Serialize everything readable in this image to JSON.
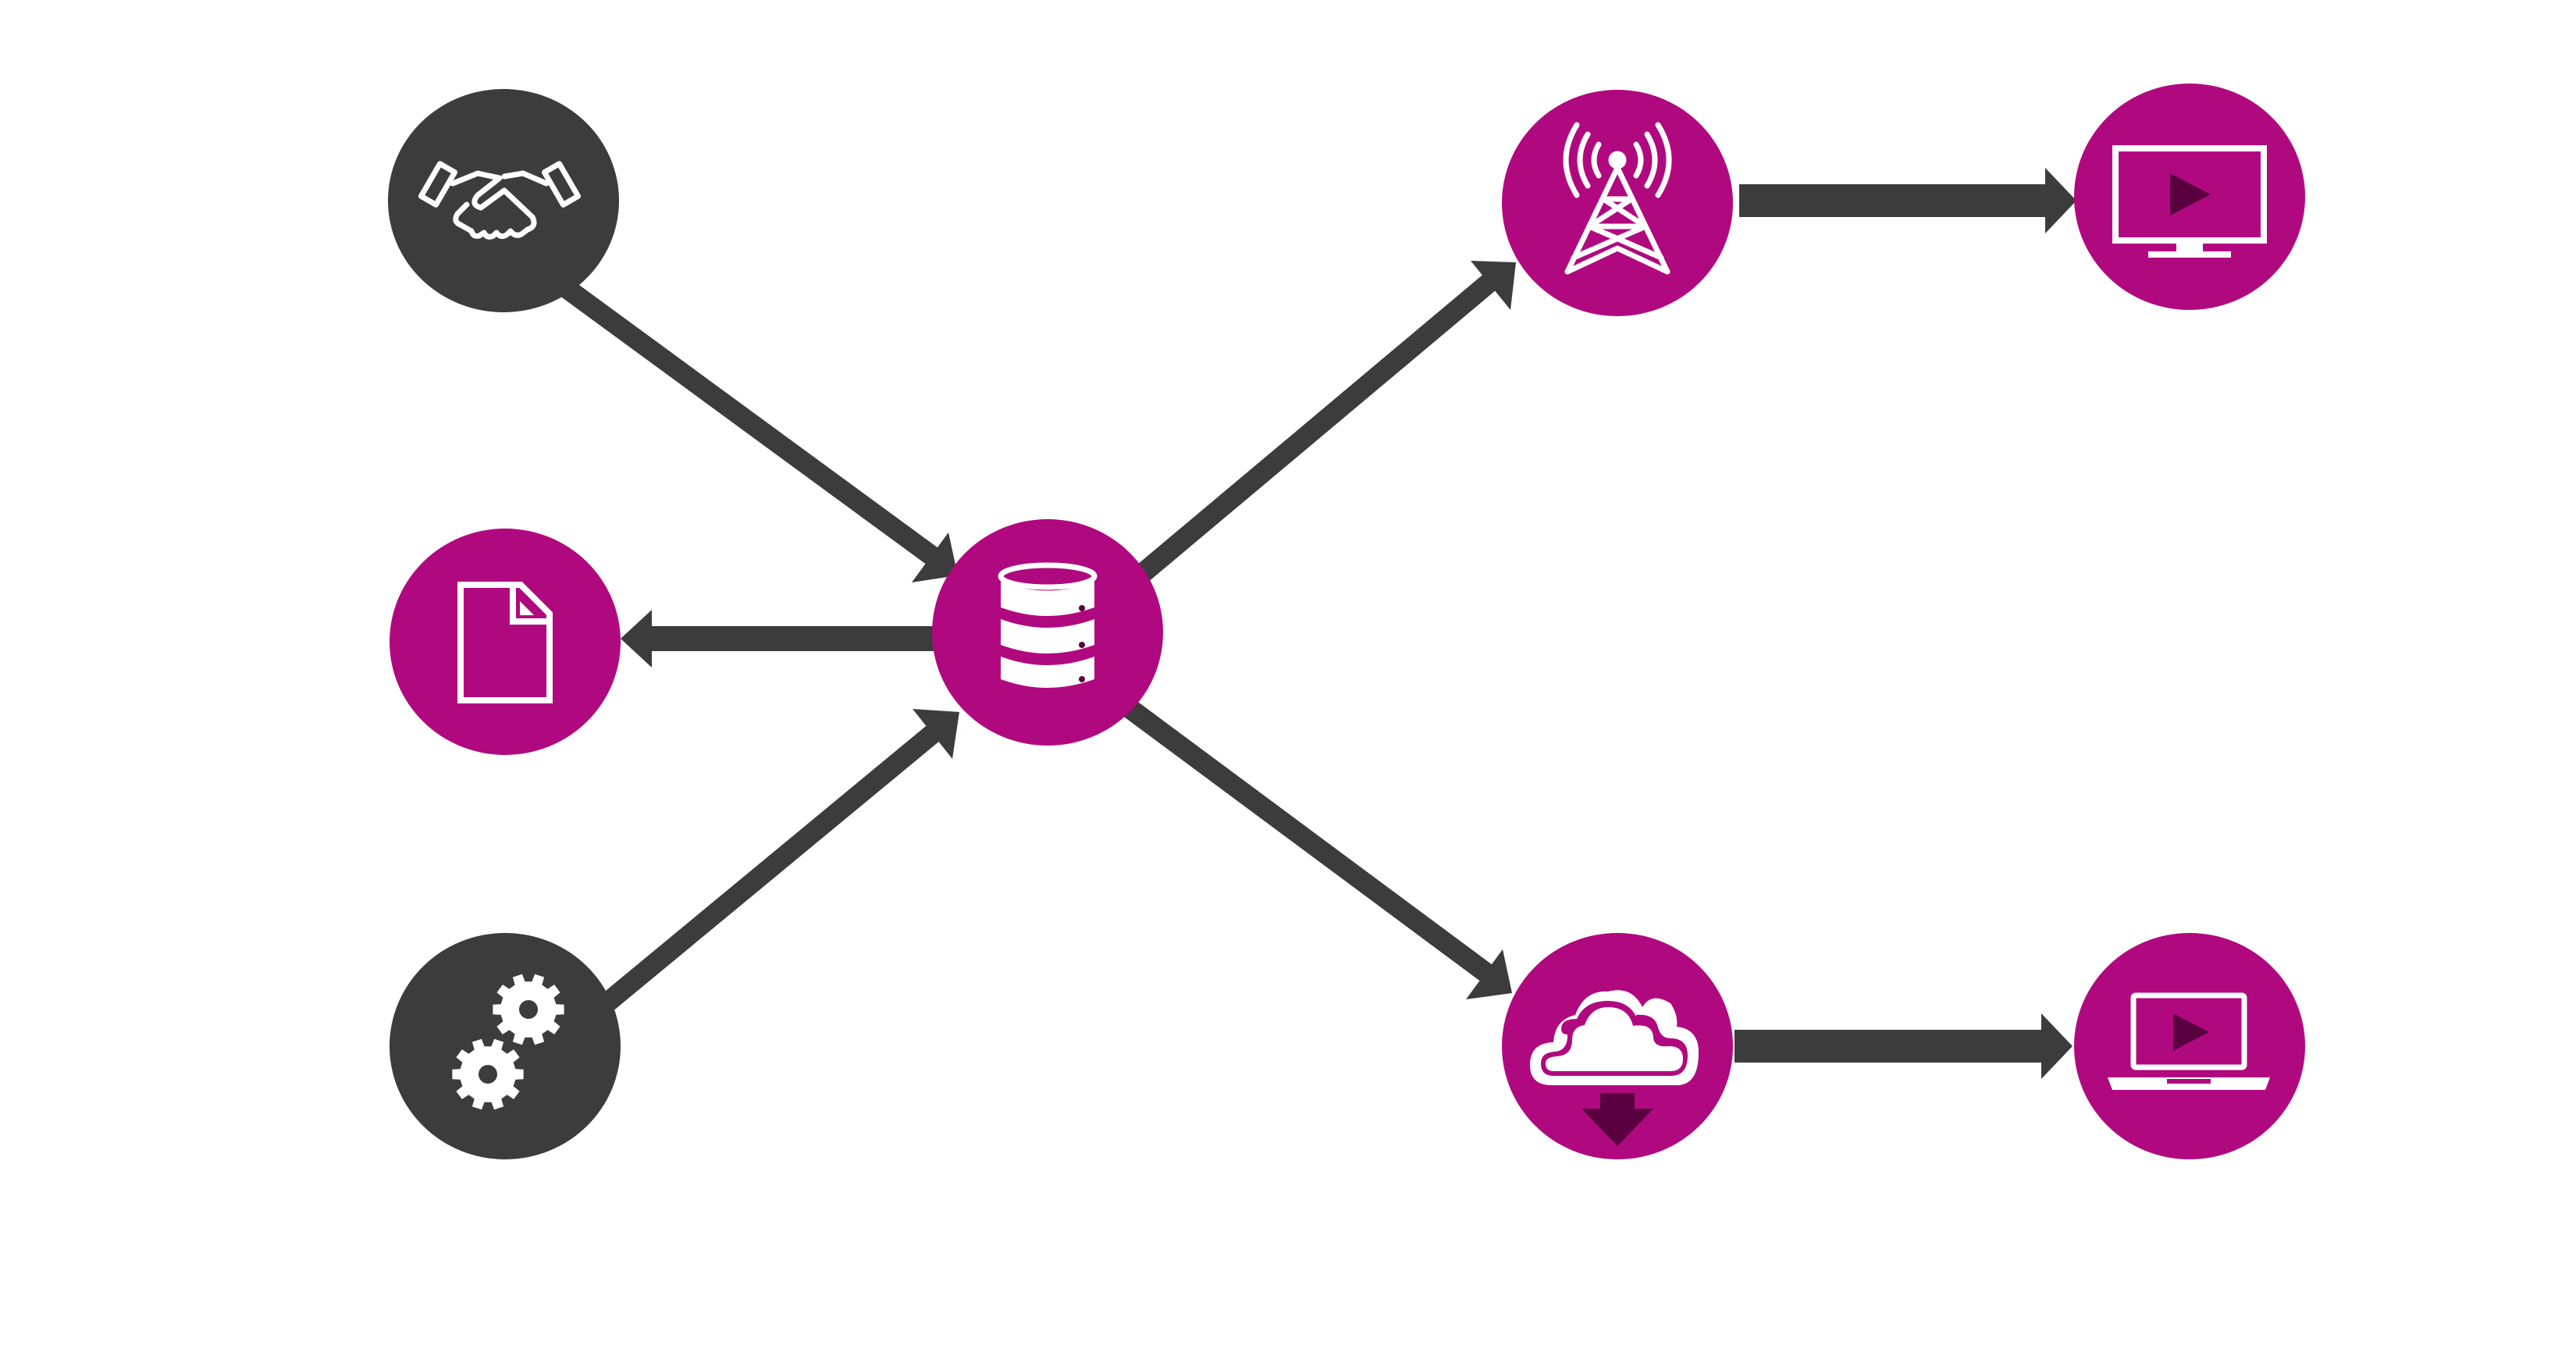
{
  "diagram": {
    "colors": {
      "magenta": "#B0097F",
      "dark_gray": "#3C3C3C",
      "arrow": "#3C3C3C",
      "icon_stroke": "#FFFFFF",
      "icon_accent_dark": "#5A0040",
      "background": "#FFFFFF"
    },
    "nodes": [
      {
        "id": "partnership",
        "icon": "handshake-icon",
        "fill": "dark_gray"
      },
      {
        "id": "document",
        "icon": "document-icon",
        "fill": "magenta"
      },
      {
        "id": "processing",
        "icon": "gears-icon",
        "fill": "dark_gray"
      },
      {
        "id": "database",
        "icon": "database-icon",
        "fill": "magenta"
      },
      {
        "id": "broadcast",
        "icon": "broadcast-tower-icon",
        "fill": "magenta"
      },
      {
        "id": "cloud",
        "icon": "cloud-download-icon",
        "fill": "magenta"
      },
      {
        "id": "tv",
        "icon": "tv-play-icon",
        "fill": "magenta"
      },
      {
        "id": "laptop",
        "icon": "laptop-play-icon",
        "fill": "magenta"
      }
    ],
    "connections": [
      {
        "from": "partnership",
        "to": "database"
      },
      {
        "from": "processing",
        "to": "database"
      },
      {
        "from": "database",
        "to": "document"
      },
      {
        "from": "database",
        "to": "broadcast"
      },
      {
        "from": "database",
        "to": "cloud"
      },
      {
        "from": "broadcast",
        "to": "tv"
      },
      {
        "from": "cloud",
        "to": "laptop"
      }
    ]
  }
}
